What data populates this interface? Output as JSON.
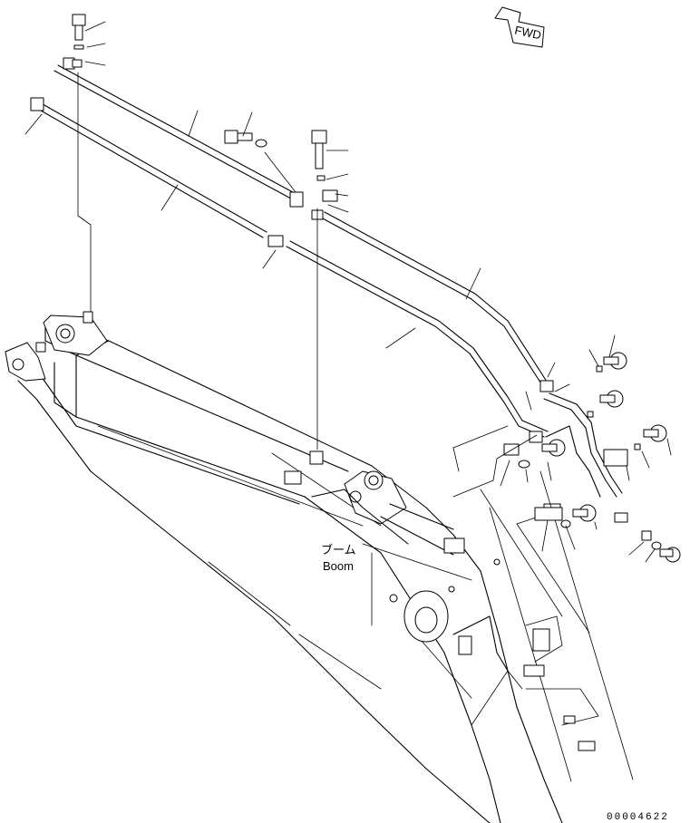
{
  "direction_label": "FWD",
  "boom_label_jp": "ブーム",
  "boom_label_en": "Boom",
  "figure_number": "00004622"
}
